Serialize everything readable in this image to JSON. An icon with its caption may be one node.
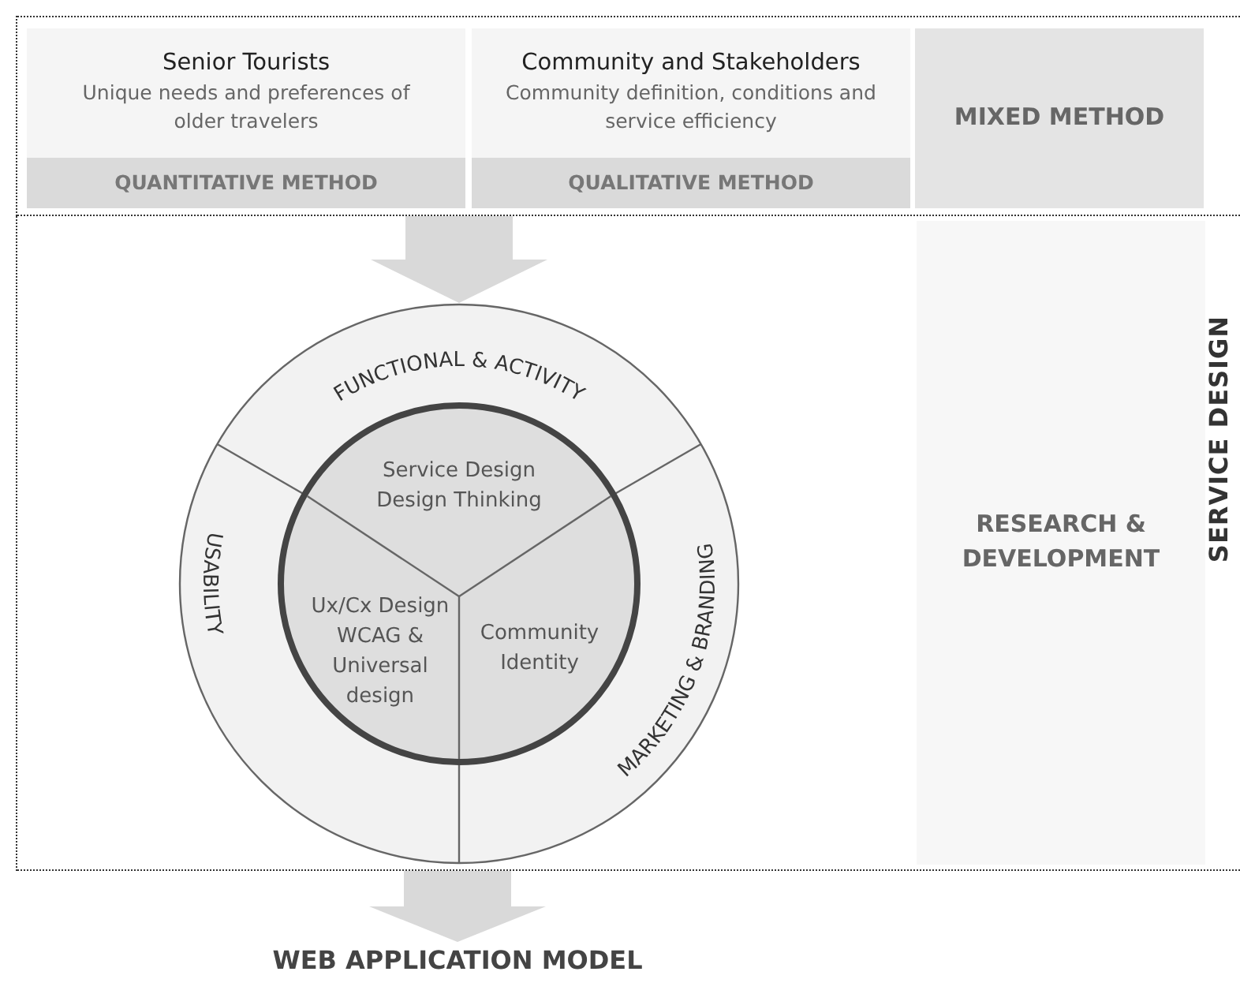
{
  "diagram": {
    "nodes": [
      {
        "text": [],
        "shape": "box"
      },
      {
        "text": [
          "Senior Tourists",
          "Unique needs and preferences of older travelers"
        ],
        "in": 0
      },
      {
        "text": [
          "QUANTITATIVE METHOD"
        ],
        "in": 0
      },
      {
        "text": [
          "Community and Stakeholders",
          "Community definition, conditions and service efficiency"
        ],
        "in": 0
      },
      {
        "text": [
          "QUALITATIVE METHOD"
        ],
        "in": 0
      },
      {
        "text": [
          "MIXED METHOD"
        ],
        "in": 0
      },
      {
        "text": [],
        "shape": "box"
      },
      {
        "text": [],
        "shape": "circle",
        "in": 6
      },
      {
        "text": [
          "FUNCTIONAL & ACTIVITY"
        ],
        "in": 7
      },
      {
        "text": [
          "USABILITY"
        ],
        "in": 7
      },
      {
        "text": [
          "MARKETING & BRANDING"
        ],
        "in": 7
      },
      {
        "text": [
          "Service Design Design Thinking"
        ],
        "in": 7
      },
      {
        "text": [
          "Ux/Cx Design WCAG & Universal design"
        ],
        "in": 7
      },
      {
        "text": [
          "Community Identity"
        ],
        "in": 7
      },
      {
        "text": [
          "RESEARCH & DEVELOPMENT"
        ],
        "in": 6
      },
      {
        "text": [
          "WEB APPLICATION MODEL"
        ]
      }
    ],
    "edges": [
      {
        "from": 0,
        "to": 7,
        "arrow": "to"
      },
      {
        "from": 6,
        "to": 15,
        "arrow": "to"
      }
    ],
    "labels": [
      "SERVICE DESIGN"
    ]
  }
}
